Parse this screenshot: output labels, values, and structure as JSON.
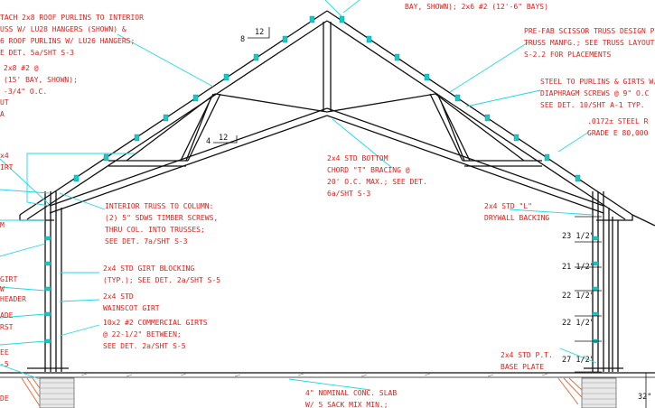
{
  "colors": {
    "structure": "#111111",
    "annotation": "#e0201a",
    "leader": "#1fd8e6",
    "hardware": "#18c8c8",
    "earth": "#e07040"
  },
  "notes": {
    "roof_purlins": [
      "TACH 2x8 ROOF PURLINS TO INTERIOR",
      "USS W/ LU28 HANGERS (SHOWN) &",
      "6 ROOF PURLINS W/ LU26 HANGERS;",
      "E DET. 5a/SHT S-3"
    ],
    "top_center": "BAY, SHOWN); 2x6 #2 (12'-6\" BAYS)",
    "scissor_truss": [
      "PRE-FAB SCISSOR TRUSS DESIGN P",
      "TRUSS MANFG.; SEE TRUSS LAYOUT/",
      "S-2.2 FOR PLACEMENTS"
    ],
    "left_purlin": [
      "2x8 #2 @",
      "(15' BAY, SHOWN);",
      "-3/4\" O.C."
    ],
    "left_edge_1": [
      "UT",
      "A"
    ],
    "left_edge_2": [
      "x4",
      "IRT"
    ],
    "left_edge_3": "M",
    "left_edge_4": [
      "GIRT",
      "W",
      "HEADER"
    ],
    "left_edge_5": [
      "ADE",
      "RST"
    ],
    "left_edge_6": [
      "EE",
      "-5"
    ],
    "left_edge_7": "DE",
    "steel_purlins": [
      "STEEL TO PURLINS & GIRTS W/",
      "DIAPHRAGM SCREWS @ 9\" O.C",
      "SEE DET. 10/SHT A-1 TYP."
    ],
    "steel_roof": [
      ".0172± STEEL R",
      "GRADE E 80,000"
    ],
    "chord_bracing": [
      "2x4 STD BOTTOM",
      "CHORD \"T\" BRACING @",
      "20' O.C. MAX.; SEE DET.",
      "6a/SHT S-3"
    ],
    "interior_truss": [
      "INTERIOR TRUSS TO COLUMN:",
      "(2) 5\" SDWS TIMBER SCREWS,",
      "THRU COL. INTO TRUSSES;",
      "SEE DET. 7a/SHT S-3"
    ],
    "drywall": [
      "2x4 STD \"L\"",
      "DRYWALL BACKING"
    ],
    "girt_blocking": [
      "2x4 STD GIRT BLOCKING",
      "(TYP.); SEE DET. 2a/SHT S-5"
    ],
    "wainscot": [
      "2x4 STD",
      "WAINSCOT GIRT"
    ],
    "commercial_girts": [
      "10x2 #2 COMMERCIAL GIRTS",
      "@ 22-1/2\" BETWEEN;",
      "SEE DET. 2a/SHT S-5"
    ],
    "base_plate": [
      "2x4 STD P.T.",
      "BASE PLATE"
    ],
    "slab": [
      "4\" NOMINAL CONC. SLAB",
      "W/ 5 SACK MIX MIN.;"
    ]
  },
  "slopes": {
    "roof": {
      "rise": "8",
      "run": "12"
    },
    "chord": {
      "rise": "4",
      "run": "12"
    }
  },
  "girt_spacings": [
    "23 1/2\"",
    "21 1/2\"",
    "22 1/2\"",
    "22 1/2\"",
    "27 1/2\""
  ],
  "footing_depth": "32\""
}
